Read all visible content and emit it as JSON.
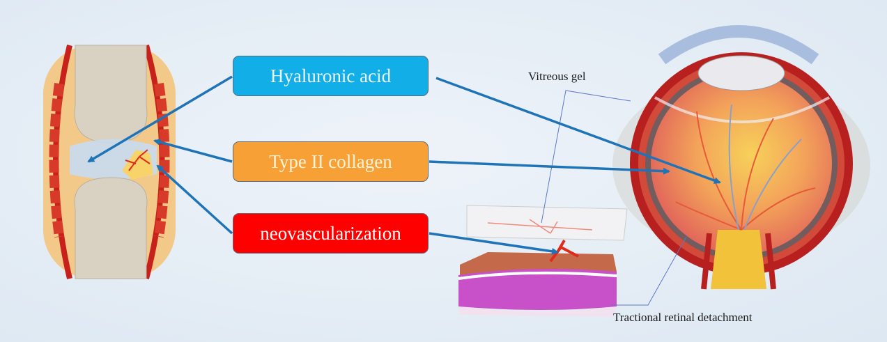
{
  "boxes": {
    "hyaluronic_acid": "Hyaluronic acid",
    "type_ii_collagen": "Type II collagen",
    "neovascularization": "neovascularization"
  },
  "labels": {
    "vitreous_gel": "Vitreous gel",
    "tractional_retinal_detachment": "Tractional retinal detachment"
  },
  "colors": {
    "hyaluronic_acid": "#12aee8",
    "type_ii_collagen": "#f7a035",
    "neovascularization": "#ff0000",
    "arrow": "#1f73b7"
  }
}
